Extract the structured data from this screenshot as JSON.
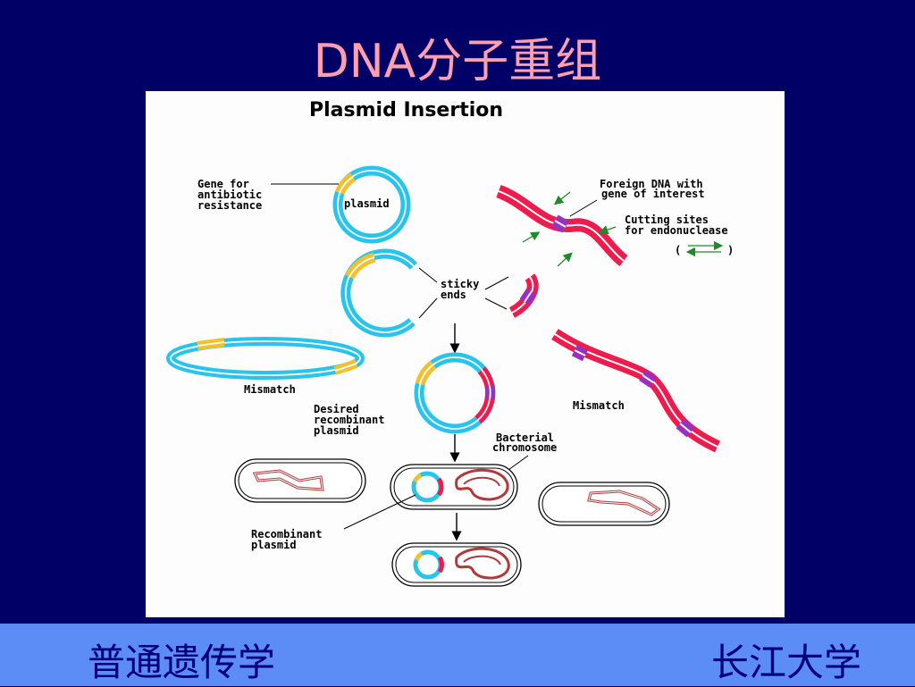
{
  "slide": {
    "title": "DNA分子重组",
    "footer_left": "普通遗传学",
    "footer_right": "长江大学"
  },
  "diagram": {
    "title": "Plasmid Insertion",
    "label_gene_1": "Gene for",
    "label_gene_2": "antibiotic",
    "label_gene_3": "resistance",
    "label_plasmid": "plasmid",
    "label_foreign_1": "Foreign DNA with",
    "label_foreign_2": "gene of interest",
    "label_cutting_1": "Cutting sites",
    "label_cutting_2": "for endonuclease",
    "label_sticky_1": "sticky",
    "label_sticky_2": "ends",
    "label_mismatch_left": "Mismatch",
    "label_mismatch_right": "Mismatch",
    "label_desired_1": "Desired",
    "label_desired_2": "recombinant",
    "label_desired_3": "plasmid",
    "label_bacterial_1": "Bacterial",
    "label_bacterial_2": "chromosome",
    "label_recomb_1": "Recombinant",
    "label_recomb_2": "plasmid",
    "paren_open": "(",
    "paren_close": ")",
    "colors": {
      "plasmid": "#29c4ec",
      "resistance_gene": "#f2c12e",
      "foreign_dna": "#ee1c4c",
      "gene_of_interest": "#9b2fc0",
      "arrow_green": "#1f8a2a",
      "chromosome": "#b03a3a"
    }
  }
}
